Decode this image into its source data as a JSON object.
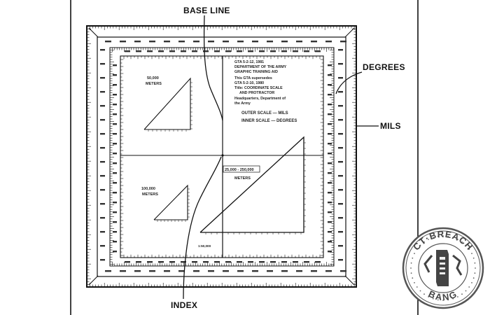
{
  "callouts": {
    "base_line": "BASE LINE",
    "degrees": "DEGREES",
    "mils": "MILS",
    "index": "INDEX"
  },
  "protractor": {
    "header_lines": [
      "GTA 5-2-12, 1981",
      "DEPARTMENT OF THE ARMY",
      "GRAPHIC TRAINING AID",
      "This GTA supersedes",
      "GTA 5-2-10, 1980",
      "Title: COORDINATE SCALE",
      "AND PROTRACTOR",
      "Headquarters, Department of",
      "the Army"
    ],
    "outer_scale": "OUTER SCALE — MILS",
    "inner_scale": "INNER SCALE — DEGREES",
    "scale_top_left": "50,000",
    "unit_top_left": "METERS",
    "scale_bottom_left": "100,000",
    "unit_bottom_left": "METERS",
    "scale_big": "25,000 - 250,000",
    "unit_big": "METERS",
    "scale_bottom_label": "1:50,000"
  },
  "stamp": {
    "text_top": "CT·BREACH",
    "text_bottom": "BANG",
    "color": "#555555"
  },
  "colors": {
    "ink": "#111111",
    "background": "#ffffff"
  }
}
